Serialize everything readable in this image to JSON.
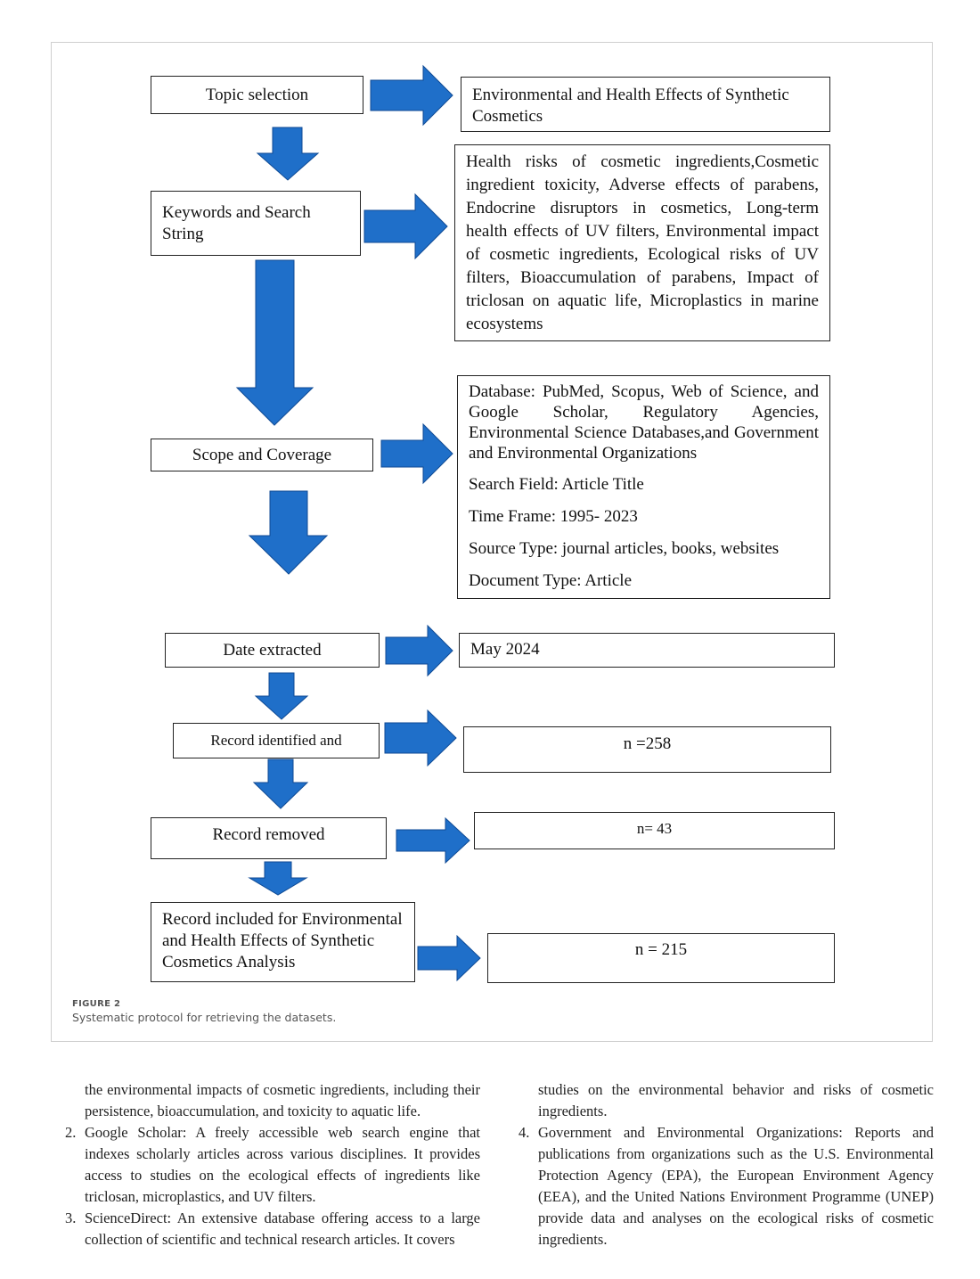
{
  "flow": {
    "topic_label": "Topic selection",
    "topic_value": "Environmental and Health Effects of Synthetic Cosmetics",
    "keywords_label": "Keywords and  Search String",
    "keywords_value": "Health risks of cosmetic ingredients,Cosmetic ingredient toxicity, Adverse effects of parabens, Endocrine disruptors in cosmetics, Long-term health effects of UV filters, Environmental impact of cosmetic ingredients, Ecological risks of UV filters, Bioaccumulation of parabens, Impact of triclosan on aquatic life, Microplastics in marine ecosystems",
    "scope_label": "Scope and  Coverage",
    "scope_database": "Database: PubMed, Scopus, Web of Science, and Google Scholar, Regulatory Agencies, Environmental Science Databases,and Government and Environmental Organizations",
    "scope_search_field": "Search Field: Article Title",
    "scope_time_frame": "Time Frame: 1995- 2023",
    "scope_source_type": "Source Type: journal articles, books, websites",
    "scope_document_type": "Document Type: Article",
    "date_label": "Date extracted",
    "date_value": "May  2024",
    "identified_label": "Record identified and",
    "identified_value": "n =258",
    "removed_label": "Record removed",
    "removed_value": "n= 43",
    "included_label": "Record included for Environmental and Health Effects of Synthetic Cosmetics   Analysis",
    "included_value": "n = 215"
  },
  "caption": {
    "label": "FIGURE 2",
    "text": "Systematic protocol for retrieving the datasets."
  },
  "body": {
    "left_intro": "the environmental impacts of cosmetic ingredients, including their persistence, bioaccumulation, and toxicity to aquatic life.",
    "item2_num": "2.",
    "item2_text": "Google Scholar: A freely accessible web search engine that indexes scholarly articles across various disciplines. It provides access to studies on the ecological effects of ingredients like triclosan, microplastics, and UV filters.",
    "item3_num": "3.",
    "item3_text": "ScienceDirect: An extensive database offering access to a large collection of scientific and technical research articles. It covers",
    "right_intro": "studies on the environmental behavior and risks of cosmetic ingredients.",
    "item4_num": "4.",
    "item4_text": "Government and Environmental Organizations: Reports and publications from organizations such as the U.S. Environmental Protection Agency (EPA), the European Environment Agency (EEA), and the United Nations Environment Programme (UNEP) provide data and analyses on the ecological risks of cosmetic ingredients."
  },
  "colors": {
    "arrow_fill": "#1f6fc9",
    "arrow_stroke": "#0f4a94",
    "caption": "#555555"
  }
}
